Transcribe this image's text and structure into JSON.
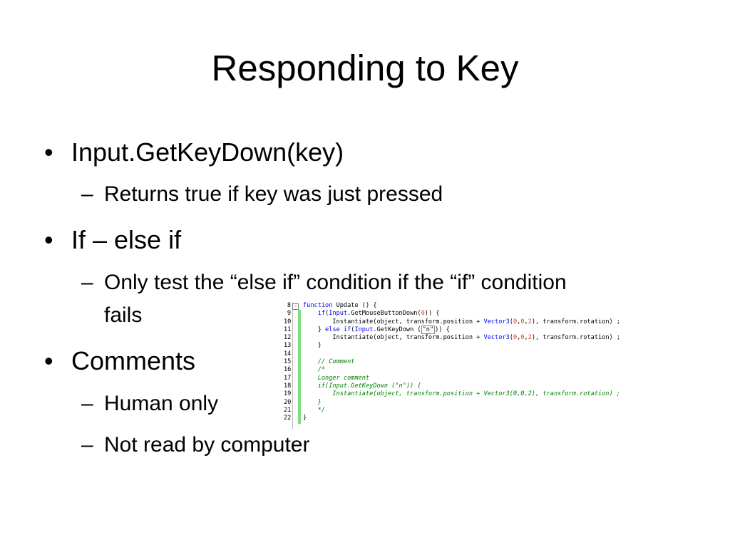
{
  "slide": {
    "title": "Responding to Key",
    "bullets": [
      {
        "text": "Input.GetKeyDown(key)",
        "sub": [
          "Returns true if key was just pressed"
        ]
      },
      {
        "text": "If – else if",
        "sub": [
          "Only test the “else if” condition if the “if” condition fails"
        ]
      },
      {
        "text": "Comments",
        "sub": [
          "Human only",
          "Not read by computer"
        ]
      }
    ],
    "bullet_glyph": "•",
    "sub_glyph": "–"
  },
  "code": {
    "line_numbers": [
      "8",
      "9",
      "10",
      "11",
      "12",
      "13",
      "14",
      "15",
      "16",
      "17",
      "18",
      "19",
      "20",
      "21",
      "22"
    ],
    "fold_glyph": "−",
    "lines": [
      [
        "kw:function",
        "t: Update () {"
      ],
      [
        "t:    ",
        "kw:if",
        "t:(",
        "kw:Input",
        "t:.GetMouseButtonDown(",
        "num:0",
        "t:)) {"
      ],
      [
        "t:        Instantiate(object, transform.position + ",
        "kw:Vector3",
        "t:(",
        "num:0",
        "t:,",
        "num:0",
        "t:,",
        "num:2",
        "t:), transform.rotation) ;"
      ],
      [
        "t:    } ",
        "kw:else if",
        "t:(",
        "kw:Input",
        "t:.GetKeyDown (",
        "hl:\"n\"",
        "t:)) {"
      ],
      [
        "t:        Instantiate(object, transform.position + ",
        "kw:Vector3",
        "t:(",
        "num:0",
        "t:,",
        "num:0",
        "t:,",
        "num:2",
        "t:), transform.rotation) ;"
      ],
      [
        "t:    }"
      ],
      [
        "t:"
      ],
      [
        "t:    ",
        "cm:// Comment"
      ],
      [
        "t:    ",
        "cm:/*"
      ],
      [
        "t:    ",
        "cm:Longer comment"
      ],
      [
        "t:    ",
        "cm:if(Input.GetKeyDown (\"n\")) {"
      ],
      [
        "t:        ",
        "cm:Instantiate(object, transform.position + Vector3(0,0,2), transform.rotation) ;"
      ],
      [
        "t:    ",
        "cm:}"
      ],
      [
        "t:    ",
        "cm:*/"
      ],
      [
        "t:}"
      ]
    ]
  }
}
